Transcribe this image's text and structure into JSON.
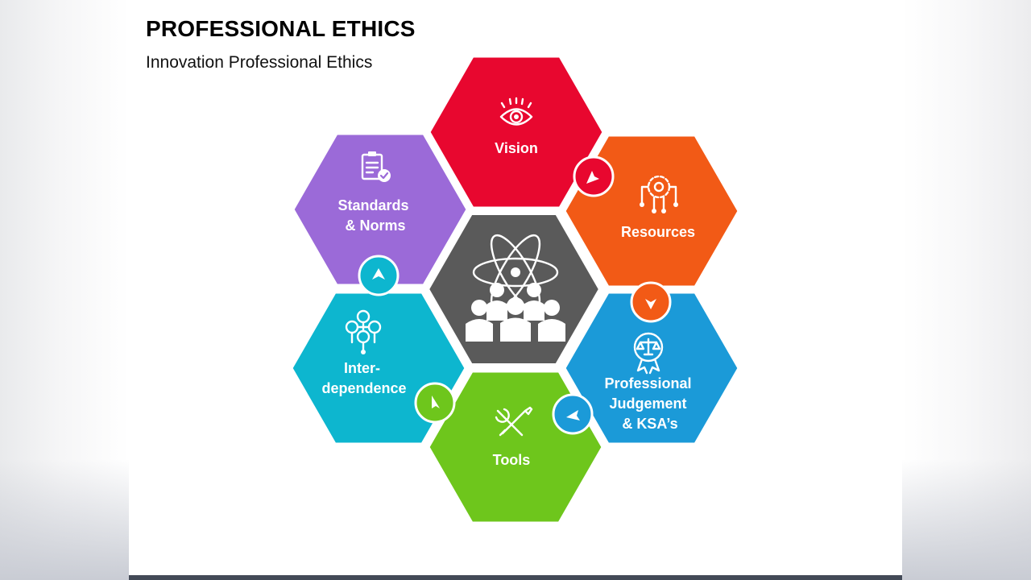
{
  "slide": {
    "title": "PROFESSIONAL ETHICS",
    "subtitle": "Innovation Professional Ethics"
  },
  "diagram": {
    "center": {
      "icon": "team-atom-icon",
      "color": "#5a5a5a"
    },
    "segments": [
      {
        "id": "vision",
        "lines": [
          "Vision"
        ],
        "icon": "eye-icon",
        "color": "#e8072f"
      },
      {
        "id": "resources",
        "lines": [
          "Resources"
        ],
        "icon": "network-gear-icon",
        "color": "#f25a16"
      },
      {
        "id": "judgement",
        "lines": [
          "Professional",
          "Judgement",
          "& KSA’s"
        ],
        "icon": "scales-badge-icon",
        "color": "#1b9ad8"
      },
      {
        "id": "tools",
        "lines": [
          "Tools"
        ],
        "icon": "tools-icon",
        "color": "#6ec61c"
      },
      {
        "id": "interdependence",
        "lines": [
          "Inter-",
          "dependence"
        ],
        "icon": "connected-people-icon",
        "color": "#0db6cf"
      },
      {
        "id": "standards",
        "lines": [
          "Standards",
          "& Norms"
        ],
        "icon": "checklist-icon",
        "color": "#9b6ad8"
      }
    ]
  }
}
